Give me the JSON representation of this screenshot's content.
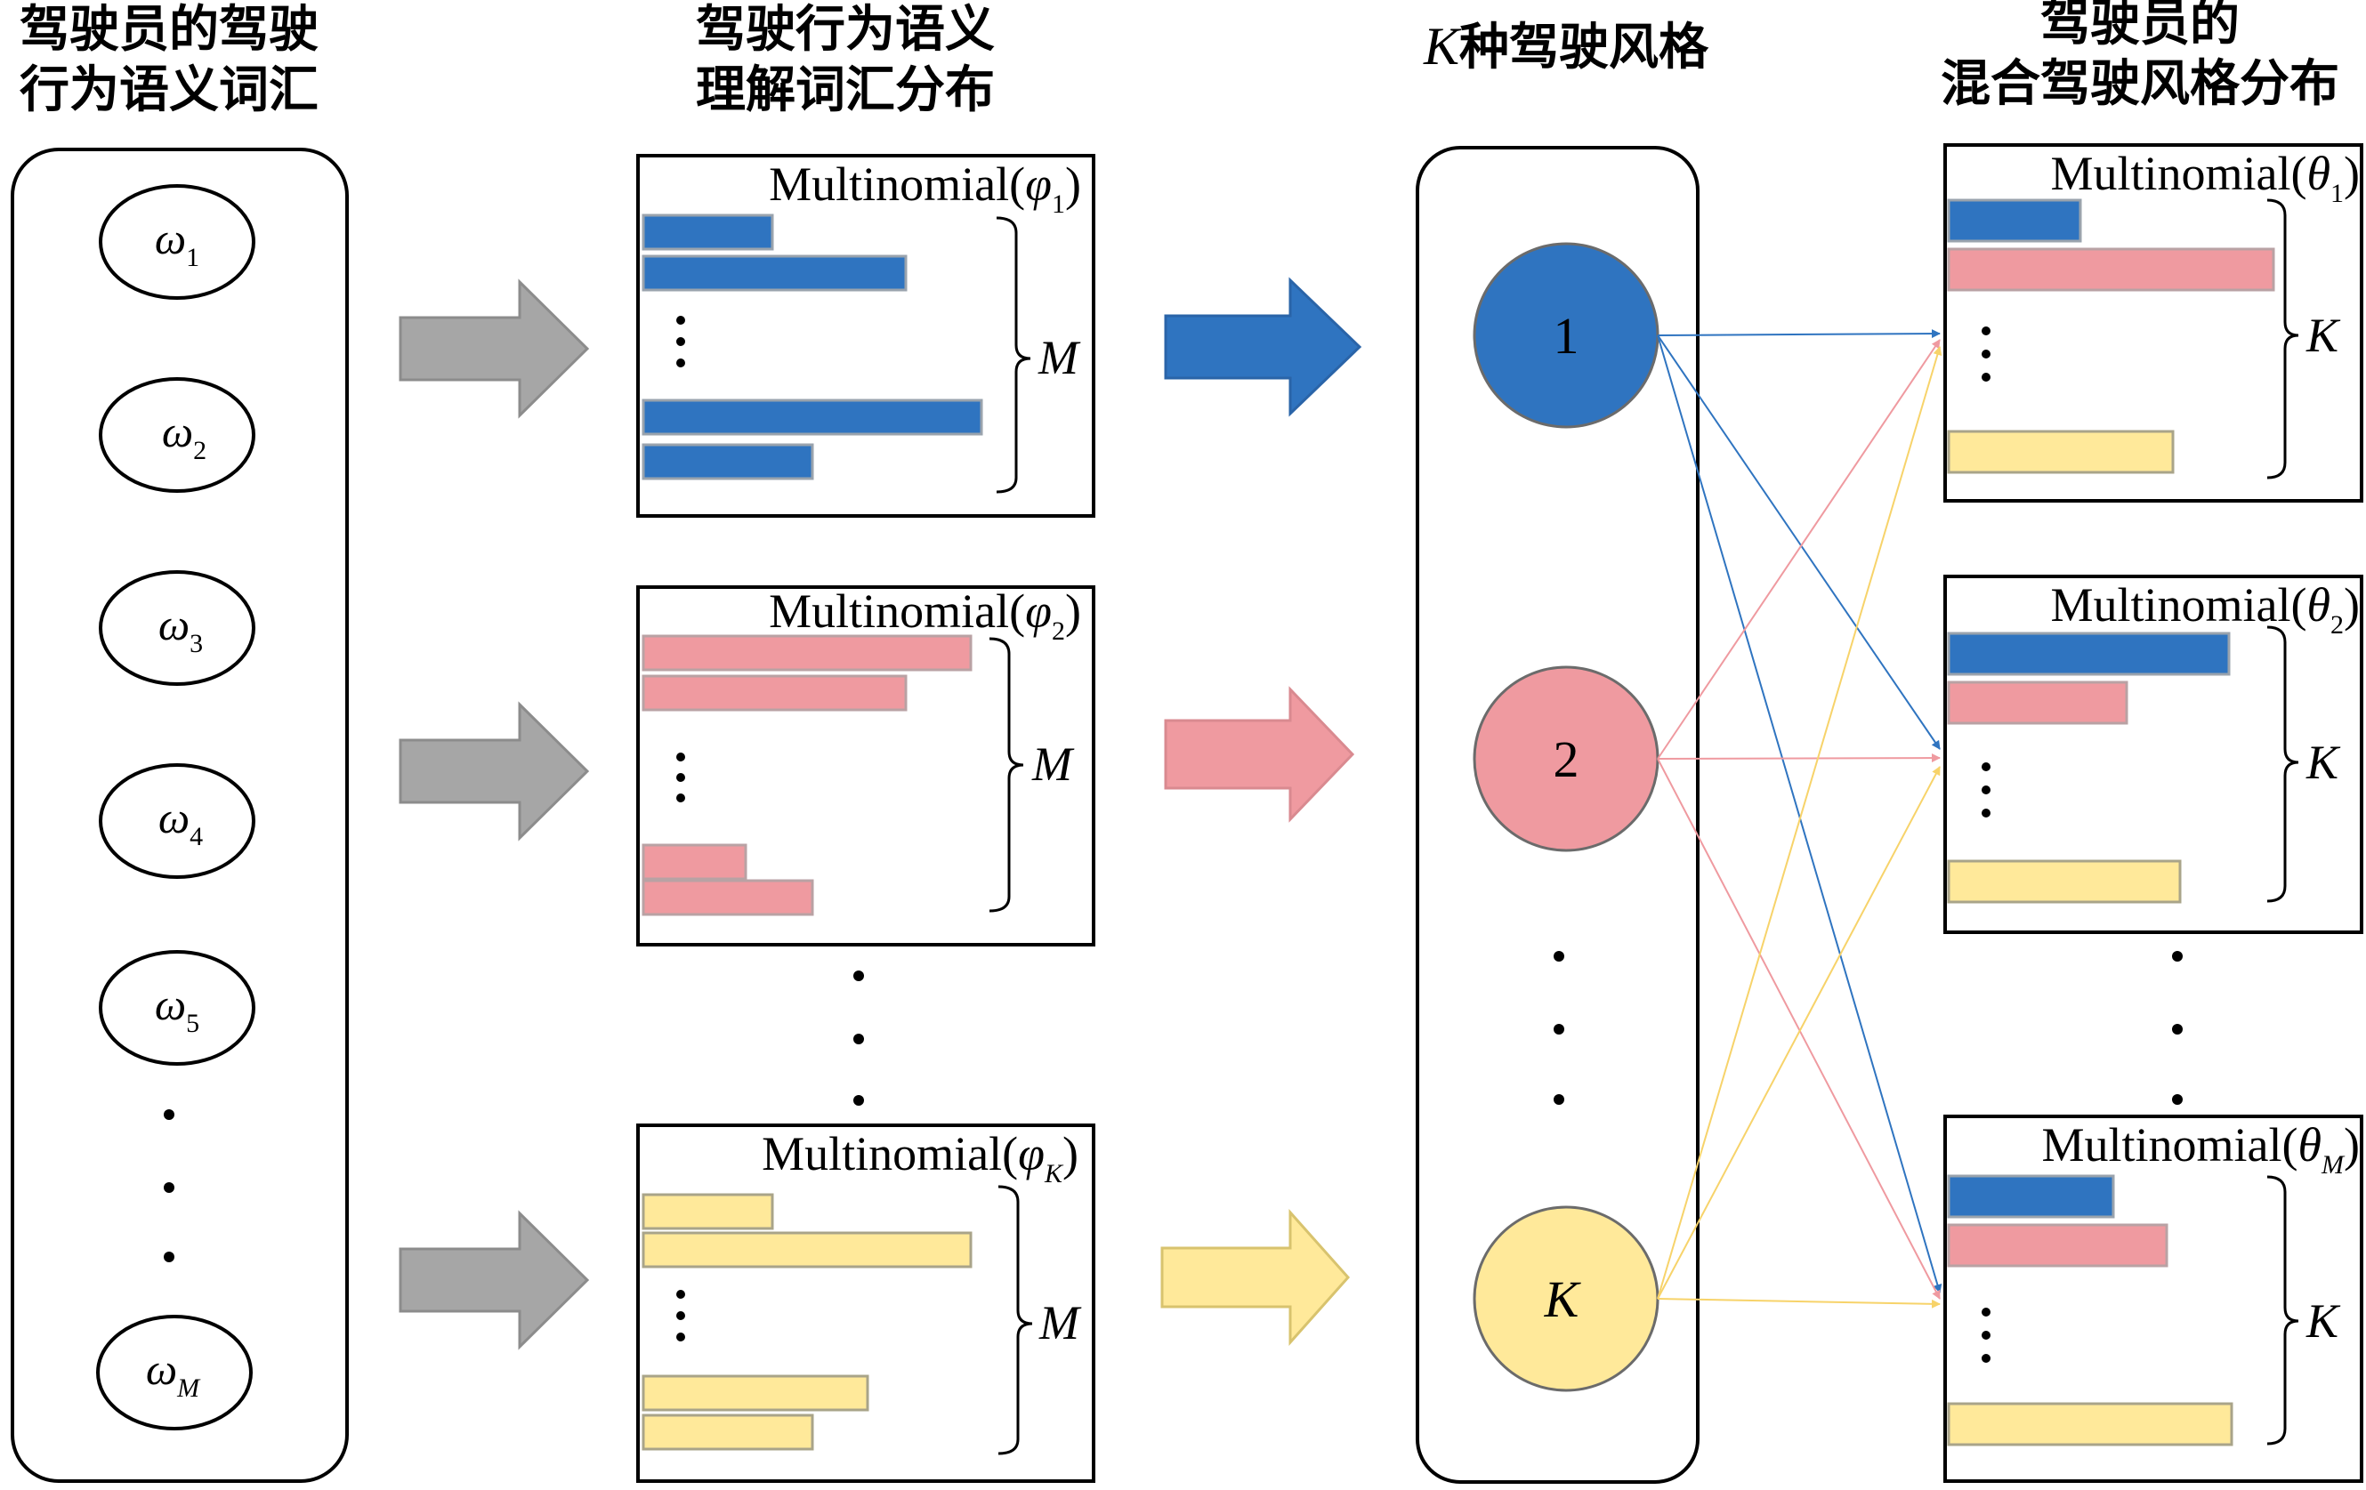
{
  "headers": {
    "col1": [
      "驾驶员的驾驶",
      "行为语义词汇"
    ],
    "col2": [
      "驾驶行为语义",
      "理解词汇分布"
    ],
    "col3_italic": "K",
    "col3_rest": "种驾驶风格",
    "col4": [
      "驾驶员的",
      "混合驾驶风格分布"
    ]
  },
  "words": {
    "symbol": "ω",
    "subscripts": [
      "1",
      "2",
      "3",
      "4",
      "5",
      "M"
    ]
  },
  "word_distributions": {
    "label_prefix": "Multinomial(",
    "label_suffix": ")",
    "symbol": "φ",
    "subscripts": [
      "1",
      "2",
      "K"
    ],
    "brace_label": "M",
    "colors": [
      "#2f74c0",
      "#ef9aa0",
      "#ffe99a"
    ]
  },
  "styles": {
    "nodes": [
      "1",
      "2",
      "K"
    ],
    "colors": [
      "#2f74c0",
      "#ef9aa0",
      "#ffe99a"
    ]
  },
  "style_mixtures": {
    "label_prefix": "Multinomial(",
    "label_suffix": ")",
    "symbol": "θ",
    "subscripts": [
      "1",
      "2",
      "M"
    ],
    "brace_label": "K"
  },
  "colors": {
    "blue": "#2f74c0",
    "pink": "#ef9aa0",
    "yellow": "#ffe99a",
    "gray_arrow": "#a6a6a6"
  }
}
